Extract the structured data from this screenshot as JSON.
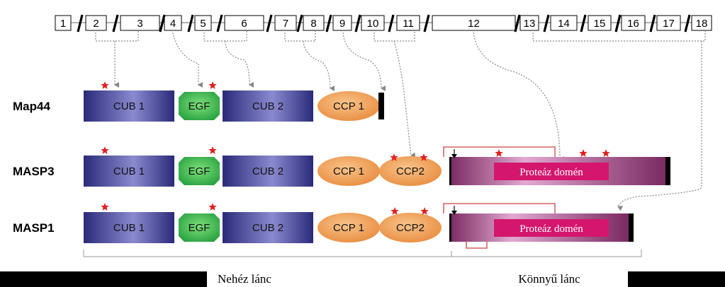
{
  "exons": [
    "1",
    "2",
    "3",
    "4",
    "5",
    "6",
    "7",
    "8",
    "9",
    "10",
    "11",
    "12",
    "13",
    "14",
    "15",
    "16",
    "17",
    "18"
  ],
  "rows": [
    {
      "name": "Map44",
      "domains": [
        "CUB 1",
        "EGF",
        "CUB 2",
        "CCP 1"
      ]
    },
    {
      "name": "MASP3",
      "domains": [
        "CUB 1",
        "EGF",
        "CUB 2",
        "CCP 1",
        "CCP2"
      ],
      "protease": "Proteáz domén"
    },
    {
      "name": "MASP1",
      "domains": [
        "CUB 1",
        "EGF",
        "CUB 2",
        "CCP 1",
        "CCP2"
      ],
      "protease": "Proteáz domén"
    }
  ],
  "chains": {
    "heavy": "Nehéz lánc",
    "light": "Könnyű lánc"
  },
  "colors": {
    "cub_dark": "#2a2a7a",
    "cub_light": "#8a8ad0",
    "egf": "#2db04a",
    "ccp": "#f0a050",
    "protease_dark": "#7a2a60",
    "protease_light": "#e2a8d2",
    "protease_inner": "#d4166e",
    "star": "#e02020",
    "bracket": "#d04040"
  }
}
